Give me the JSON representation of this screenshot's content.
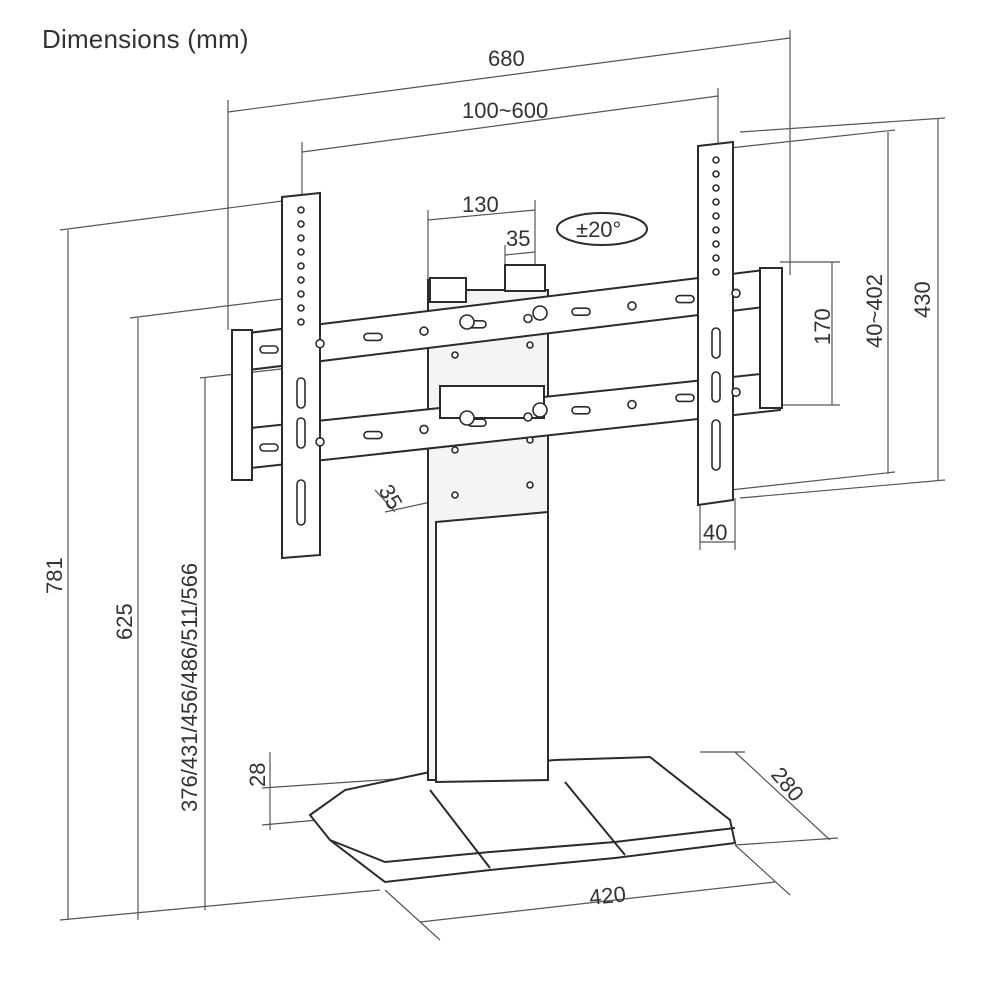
{
  "title": "Dimensions (mm)",
  "dimensions": {
    "overall_width": "680",
    "vesa_width": "100~600",
    "column_width": "130",
    "column_inner": "35",
    "swivel": "±20°",
    "bracket_height": "170",
    "vesa_height": "40~402",
    "arm_height": "430",
    "arm_width": "40",
    "offset": "35",
    "total_height": "781",
    "height_625": "625",
    "adjust_heights": "376/431/456/486/511/566",
    "base_thickness": "28",
    "base_depth": "280",
    "base_width": "420"
  }
}
